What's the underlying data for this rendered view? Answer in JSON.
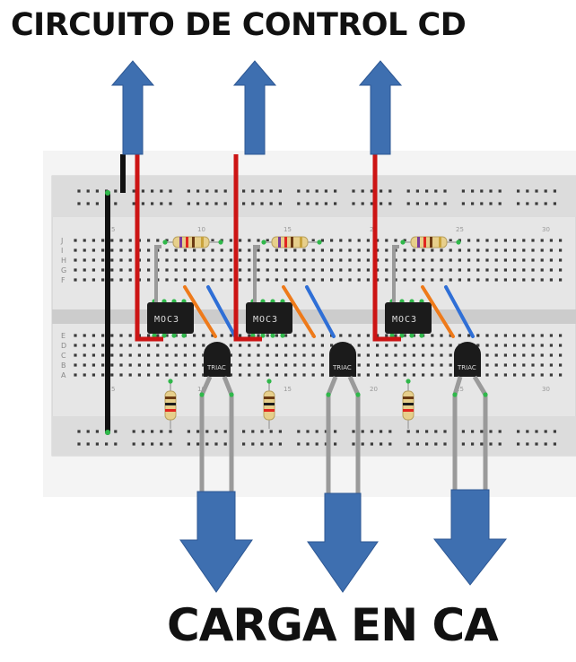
{
  "title_top": "CIRCUITO DE CONTROL CD",
  "title_bottom": "CARGA EN CA",
  "ic_label": "MOC3",
  "triac_label": "TRIAC",
  "row_letters_top": [
    "J",
    "I",
    "H",
    "G",
    "F"
  ],
  "row_letters_bottom": [
    "E",
    "D",
    "C",
    "B",
    "A"
  ],
  "column_numbers": [
    "5",
    "10",
    "15",
    "20",
    "25",
    "30"
  ],
  "colors": {
    "arrow": "#3e6fb0",
    "wire_red": "#cc1414",
    "wire_black": "#111111",
    "wire_orange": "#ee7a1a",
    "wire_blue": "#2f6fd6",
    "wire_gray": "#9a9a9a",
    "hole_active": "#2fb84a",
    "breadboard": "#e9e9e9"
  }
}
